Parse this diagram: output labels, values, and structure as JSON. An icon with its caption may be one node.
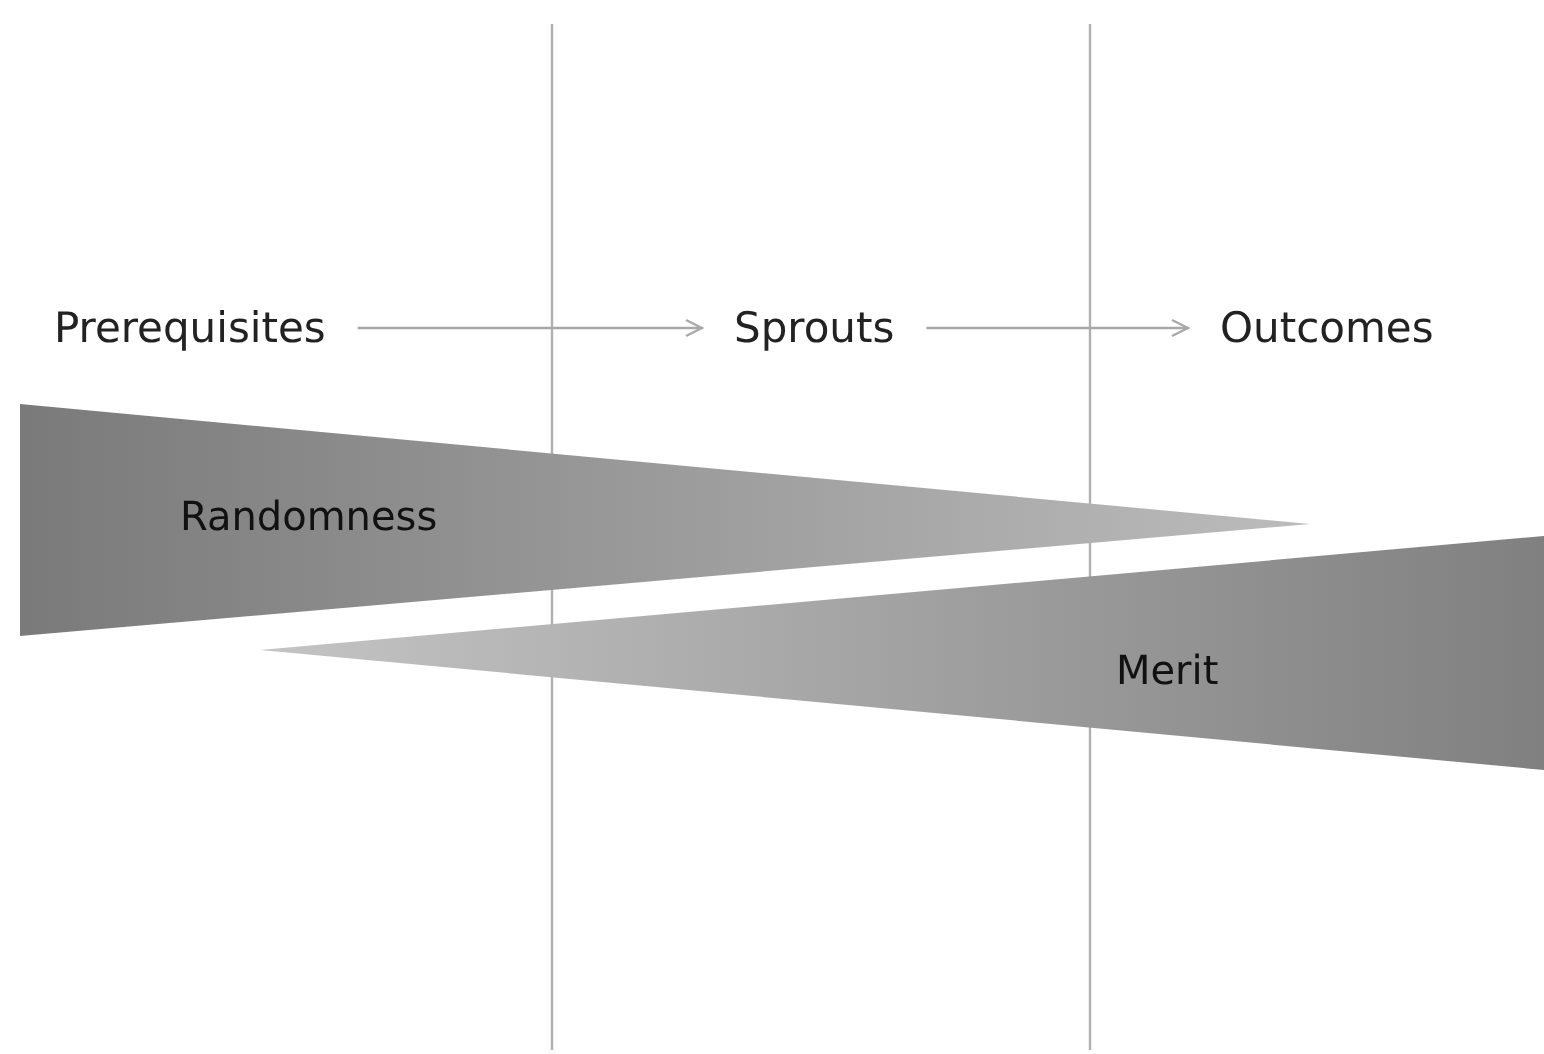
{
  "diagram": {
    "nodes": [
      {
        "text": [
          "Prerequisites"
        ]
      },
      {
        "text": [
          "Sprouts"
        ]
      },
      {
        "text": [
          "Outcomes"
        ]
      },
      {
        "text": [
          "Randomness"
        ]
      },
      {
        "text": [
          "Merit"
        ]
      }
    ],
    "edges": [
      {
        "from": 0,
        "to": 1,
        "arrow": "to"
      },
      {
        "from": 1,
        "to": 2,
        "arrow": "to"
      }
    ]
  }
}
